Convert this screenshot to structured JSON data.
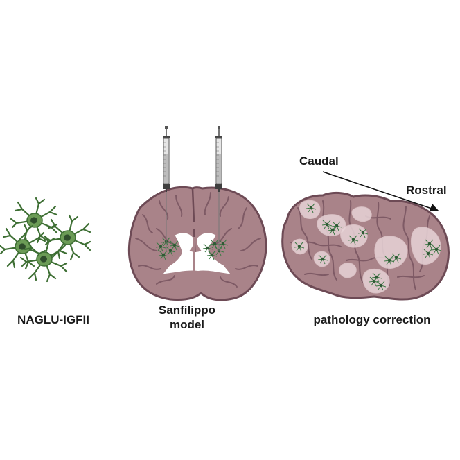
{
  "labels": {
    "cells": "NAGLU-IGFII",
    "model_line1": "Sanfilippo",
    "model_line2": "model",
    "correction": "pathology correction",
    "caudal": "Caudal",
    "rostral": "Rostral"
  },
  "colors": {
    "brain_fill": "#a98389",
    "brain_outline": "#6d4a55",
    "sulcus": "#7e5a65",
    "lesion_fill": "#e7d4d7",
    "cell_body": "#5a8b49",
    "cell_process": "#3e6f34",
    "nucleus": "#2f4d2c",
    "syringe_barrel": "#d9d9d9",
    "syringe_dark": "#4a4a4a",
    "arrow": "#111111"
  },
  "icons": {
    "cells": "astrocyte-cluster-icon",
    "syringe": "syringe-icon",
    "coronal_brain": "coronal-brain-section-icon",
    "sagittal_brain": "sagittal-brain-icon"
  }
}
